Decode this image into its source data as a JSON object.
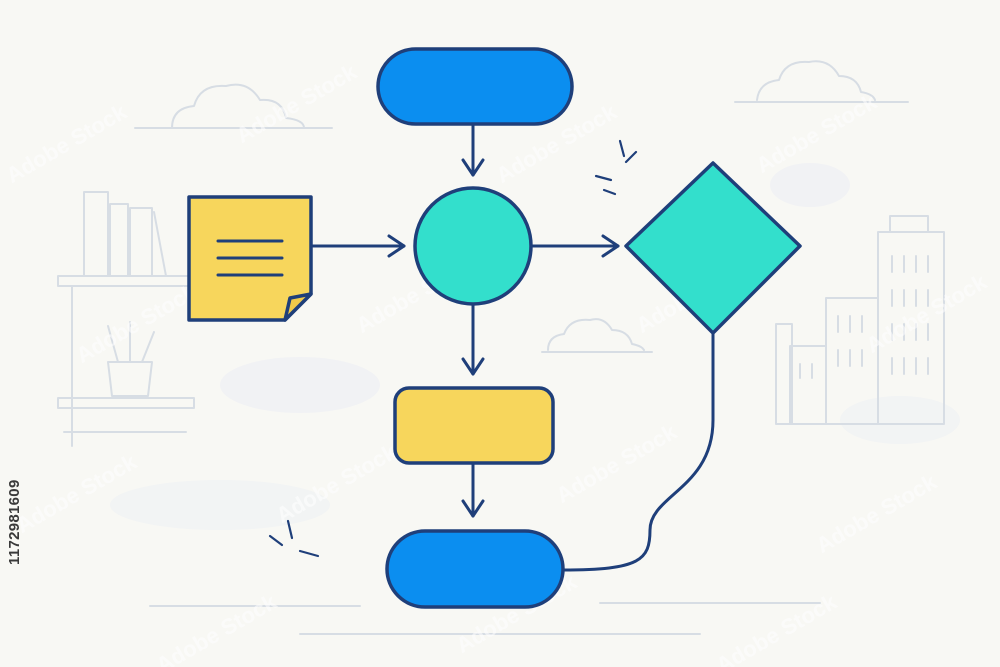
{
  "image_id_text": "1172981609",
  "watermark_text": "Adobe Stock",
  "colors": {
    "background": "#f8f8f4",
    "outline": "#1f3f7a",
    "terminator_fill": "#0b8ef0",
    "process_fill": "#f7d65c",
    "connector_fill": "#33dfcc",
    "decision_fill": "#33dfcc",
    "backdrop_line": "#d7dde4"
  },
  "diagram": {
    "nodes": [
      {
        "id": "start",
        "shape": "terminator"
      },
      {
        "id": "note",
        "shape": "document",
        "lines": 3
      },
      {
        "id": "hub",
        "shape": "circle"
      },
      {
        "id": "decision",
        "shape": "diamond"
      },
      {
        "id": "process",
        "shape": "rounded-rectangle"
      },
      {
        "id": "end",
        "shape": "terminator"
      }
    ],
    "edges": [
      {
        "from": "start",
        "to": "hub",
        "arrow": true
      },
      {
        "from": "note",
        "to": "hub",
        "arrow": true
      },
      {
        "from": "hub",
        "to": "decision",
        "arrow": true
      },
      {
        "from": "hub",
        "to": "process",
        "arrow": true
      },
      {
        "from": "process",
        "to": "end",
        "arrow": true
      },
      {
        "from": "decision",
        "to": "end",
        "arrow": false,
        "curved": true
      }
    ]
  }
}
